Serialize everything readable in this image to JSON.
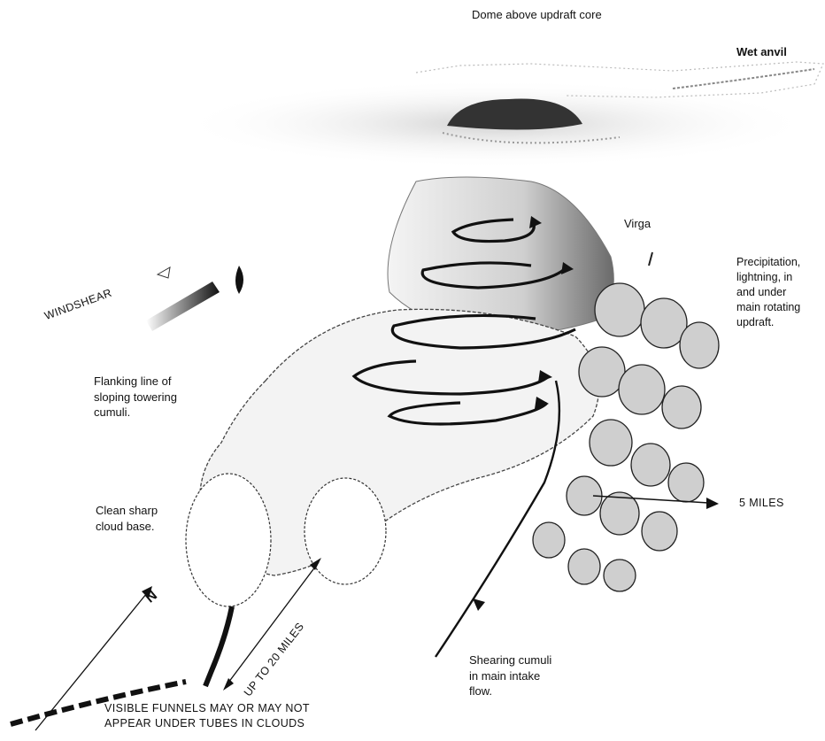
{
  "labels": {
    "dome": "Dome above updraft core",
    "wet_anvil": "Wet anvil",
    "virga": "Virga",
    "precipitation": [
      "Precipitation,",
      "lightning, in",
      "and under",
      "main rotating",
      "updraft."
    ],
    "windshear": "WINDSHEAR",
    "flanking": [
      "Flanking line of",
      "sloping towering",
      "cumuli."
    ],
    "clean_base": [
      "Clean sharp",
      "cloud base."
    ],
    "five_miles": "5 MILES",
    "north": "N",
    "up_to_20": "UP TO 20 MILES",
    "shearing": [
      "Shearing cumuli",
      "in main intake",
      "flow."
    ],
    "funnels": [
      "VISIBLE FUNNELS MAY OR MAY NOT",
      "APPEAR UNDER TUBES IN CLOUDS"
    ]
  },
  "colors": {
    "ink": "#111111",
    "shade": "#555555",
    "light": "#bbbbbb"
  }
}
